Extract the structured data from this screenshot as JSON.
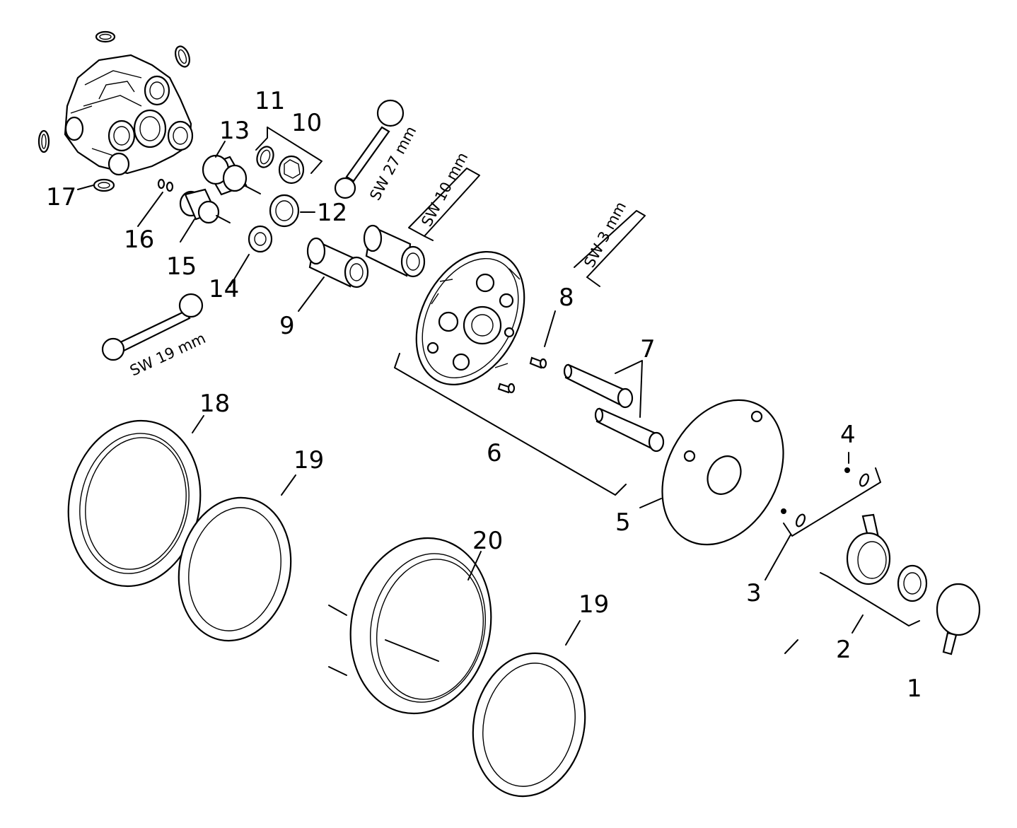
{
  "callouts": [
    "1",
    "2",
    "3",
    "4",
    "5",
    "6",
    "7",
    "8",
    "9",
    "10",
    "11",
    "12",
    "13",
    "14",
    "15",
    "16",
    "17",
    "18",
    "19",
    "19",
    "20"
  ],
  "tools": {
    "wrench_27": "SW 27 mm",
    "hex_key_10": "SW 10 mm",
    "hex_key_3": "SW 3 mm",
    "wrench_19": "SW 19 mm"
  },
  "line_color": "#000000",
  "background": "#ffffff"
}
